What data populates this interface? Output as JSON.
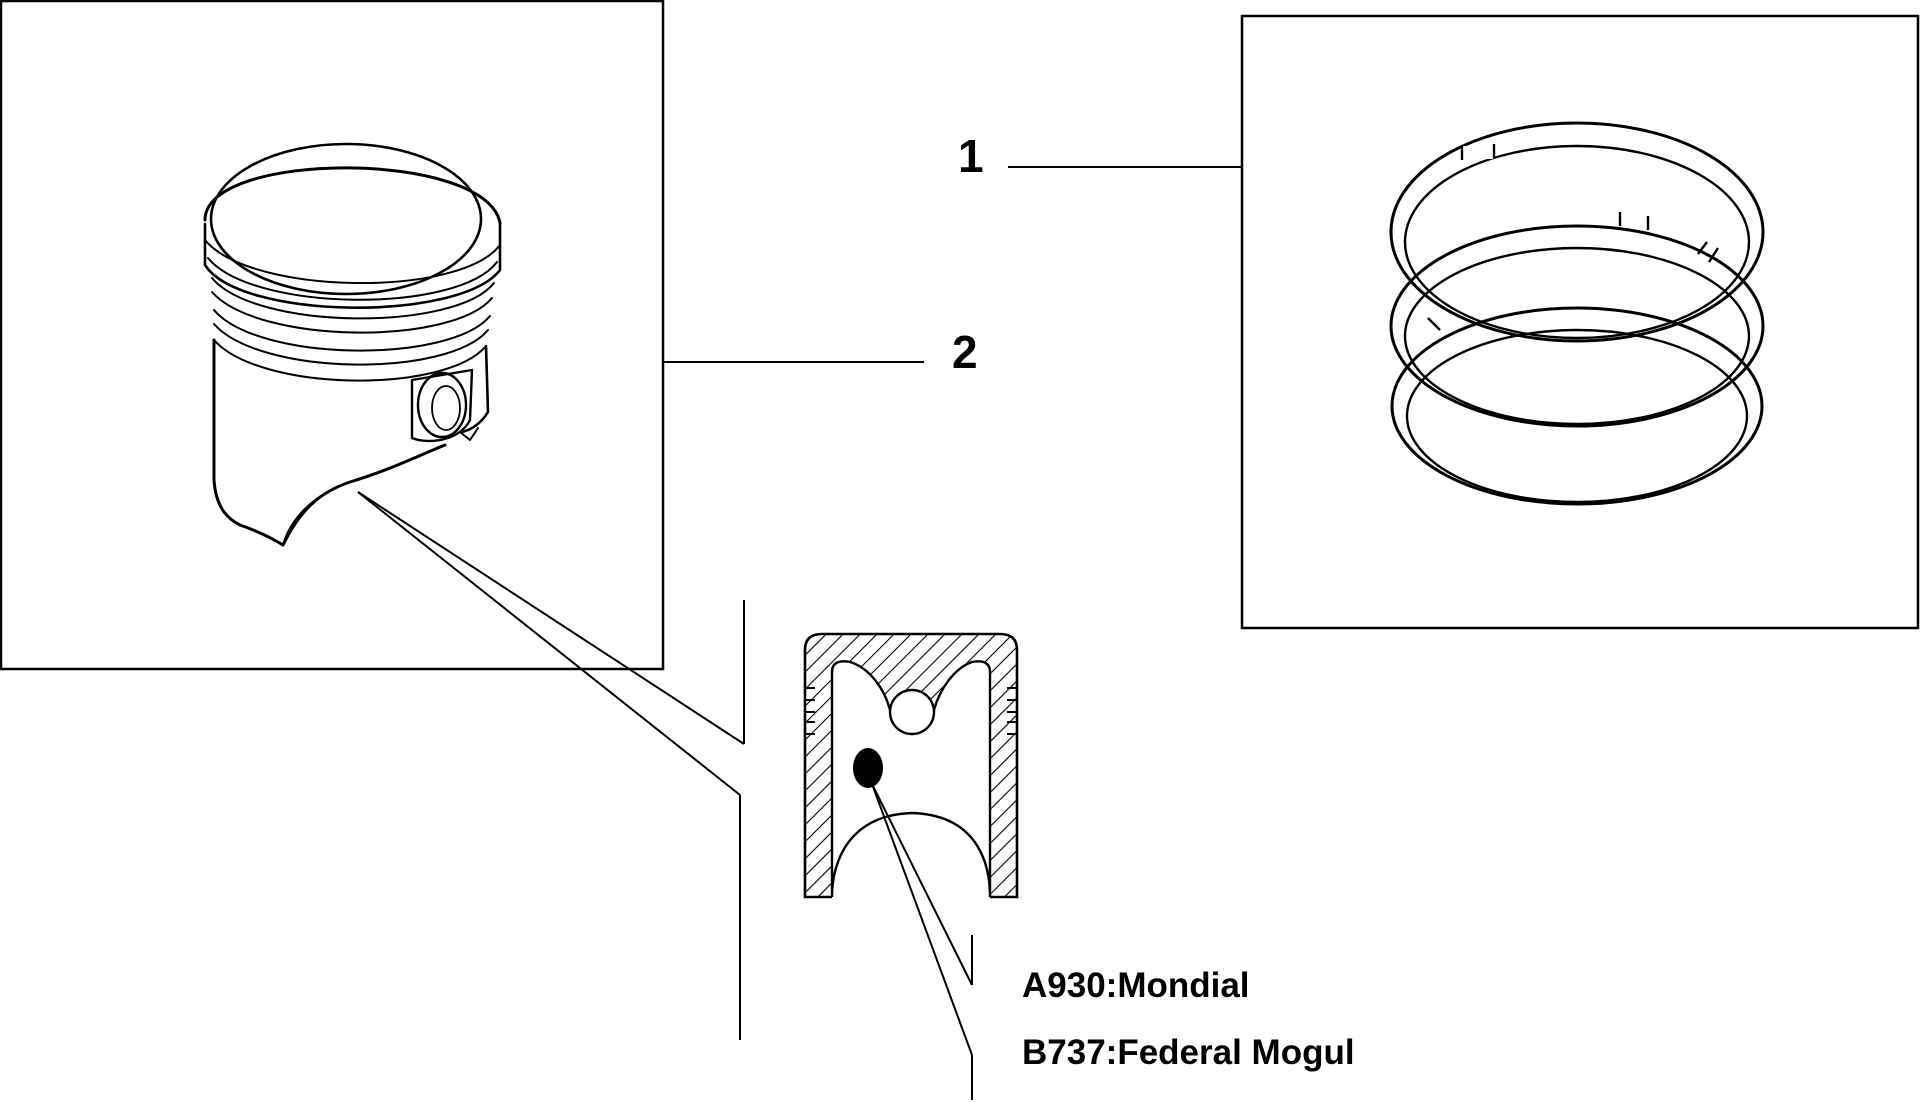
{
  "callouts": [
    {
      "number": "1",
      "part": "piston-rings"
    },
    {
      "number": "2",
      "part": "piston"
    }
  ],
  "suppliers": [
    {
      "code_label": "A930:Mondial"
    },
    {
      "code_label": "B737:Federal Mogul"
    }
  ],
  "colors": {
    "ink": "#000000",
    "paper": "#ffffff"
  }
}
